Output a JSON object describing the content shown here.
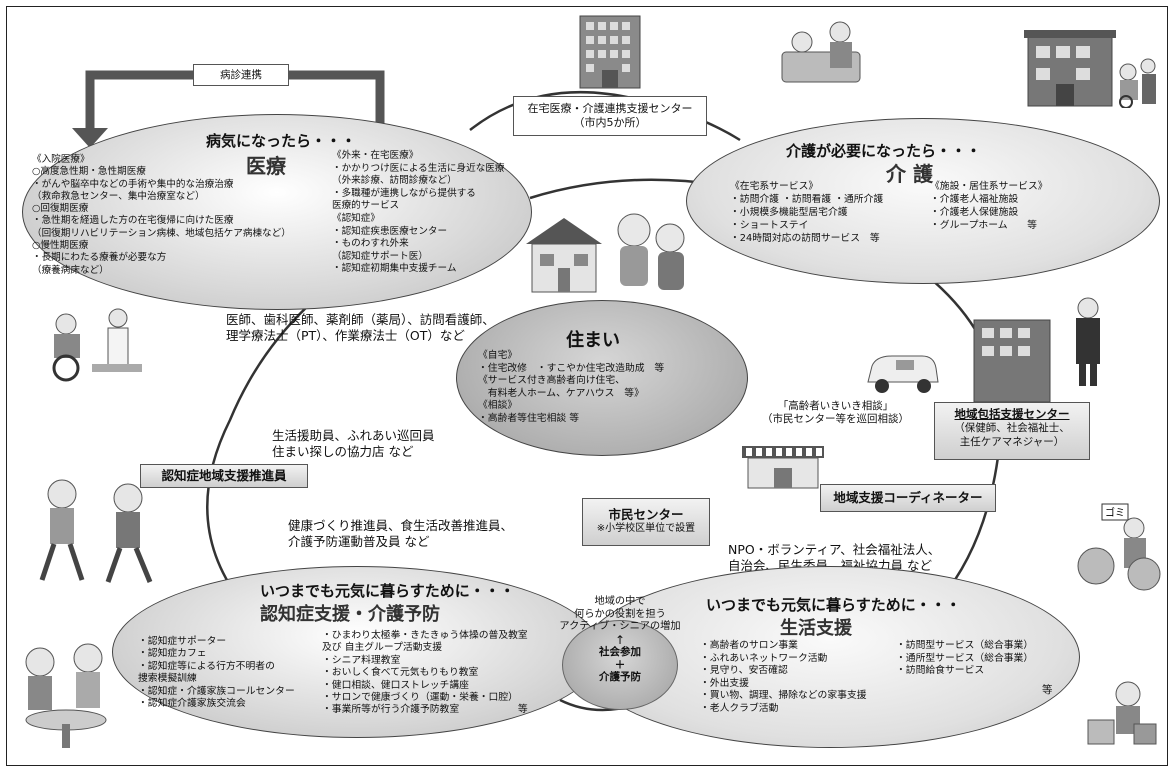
{
  "hospital_collab": "病診連携",
  "home_center": {
    "line1": "在宅医療・介護連携支援センター",
    "line2": "（市内5か所）"
  },
  "medical": {
    "intro": "病気になったら・・・",
    "title": "医療",
    "inpatient": "《入院医療》\n○高度急性期・急性期医療\n・がんや脳卒中などの手術や集中的な治療治療\n（救命救急センター、集中治療室など）\n○回復期医療\n・急性期を経過した方の在宅復帰に向けた医療\n（回復期リハビリテーション病棟、地域包括ケア病棟など）\n○慢性期医療\n・長期にわたる療養が必要な方\n（療養病床など）",
    "outpatient": "《外来・在宅医療》\n・かかりつけ医による生活に身近な医療\n（外来診療、訪問診療など）\n・多職種が連携しながら提供する\n医療的サービス\n《認知症》\n・認知症疾患医療センター\n・ものわすれ外来\n（認知症サポート医）\n・認知症初期集中支援チーム"
  },
  "care": {
    "intro": "介護が必要になったら・・・",
    "title": "介 護",
    "home_services": "《在宅系サービス》\n・訪問介護 ・訪問看護 ・通所介護\n・小規模多機能型居宅介護\n・ショートステイ\n・24時間対応の訪問サービス　等",
    "facility_services": "《施設・居住系サービス》\n・介護老人福祉施設\n・介護老人保健施設\n・グループホーム　　等"
  },
  "professionals": "医師、歯科医師、薬剤師（薬局）、訪問看護師、\n理学療法士（PT）、作業療法士（OT）など",
  "housing": {
    "title": "住まい",
    "body": "《自宅》\n・住宅改修　・すこやか住宅改造助成　等\n《サービス付き高齢者向け住宅、\n　有料老人ホーム、ケアハウス　等》\n《相談》\n・高齢者等住宅相談 等"
  },
  "consult": "「高齢者いきいき相談」\n（市民センター等を巡回相談）",
  "regional_center": {
    "title": "地域包括支援センター",
    "body": "（保健師、社会福祉士、\n主任ケアマネジャー）"
  },
  "life_support_staff": "生活援助員、ふれあい巡回員\n住まい探しの協力店 など",
  "dementia_promoter": "認知症地域支援推進員",
  "coordinator": "地域支援コーディネーター",
  "citizen_center": {
    "title": "市民センター",
    "note": "※小学校区単位で設置"
  },
  "health_staff": "健康づくり推進員、食生活改善推進員、\n介護予防運動普及員 など",
  "npo": "NPO・ボランティア、社会福祉法人、\n自治会、民生委員、福祉協力員 など",
  "dementia": {
    "intro": "いつまでも元気に暮らすために・・・",
    "title": "認知症支援・介護予防",
    "left": "・認知症サポーター\n・認知症カフェ\n・認知症等による行方不明者の\n捜索模擬訓練\n・認知症・介護家族コールセンター\n・認知症介護家族交流会",
    "right": "・ひまわり太極拳・きたきゅう体操の普及教室\n及び 自主グループ活動支援\n・シニア料理教室\n・おいしく食べて元気もりもり教室\n・健口相談、健口ストレッチ講座\n・サロンで健康づくり（運動・栄養・口腔）\n・事業所等が行う介護予防教室　　　　　　等"
  },
  "center": {
    "role": "地域の中で\n何らかの役割を担う\nアクティブ・シニアの増加",
    "arrow": "↑",
    "social": "社会参加\n＋\n介護予防"
  },
  "life": {
    "intro": "いつまでも元気に暮らすために・・・",
    "title": "生活支援",
    "left": "・高齢者のサロン事業\n・ふれあいネットワーク活動\n・見守り、安否確認\n・外出支援\n・買い物、調理、掃除などの家事支援\n・老人クラブ活動",
    "right": "・訪問型サービス（総合事業）\n・通所型サービス（総合事業）\n・訪問給食サービス",
    "etc": "等"
  },
  "sign": "ゴミ"
}
